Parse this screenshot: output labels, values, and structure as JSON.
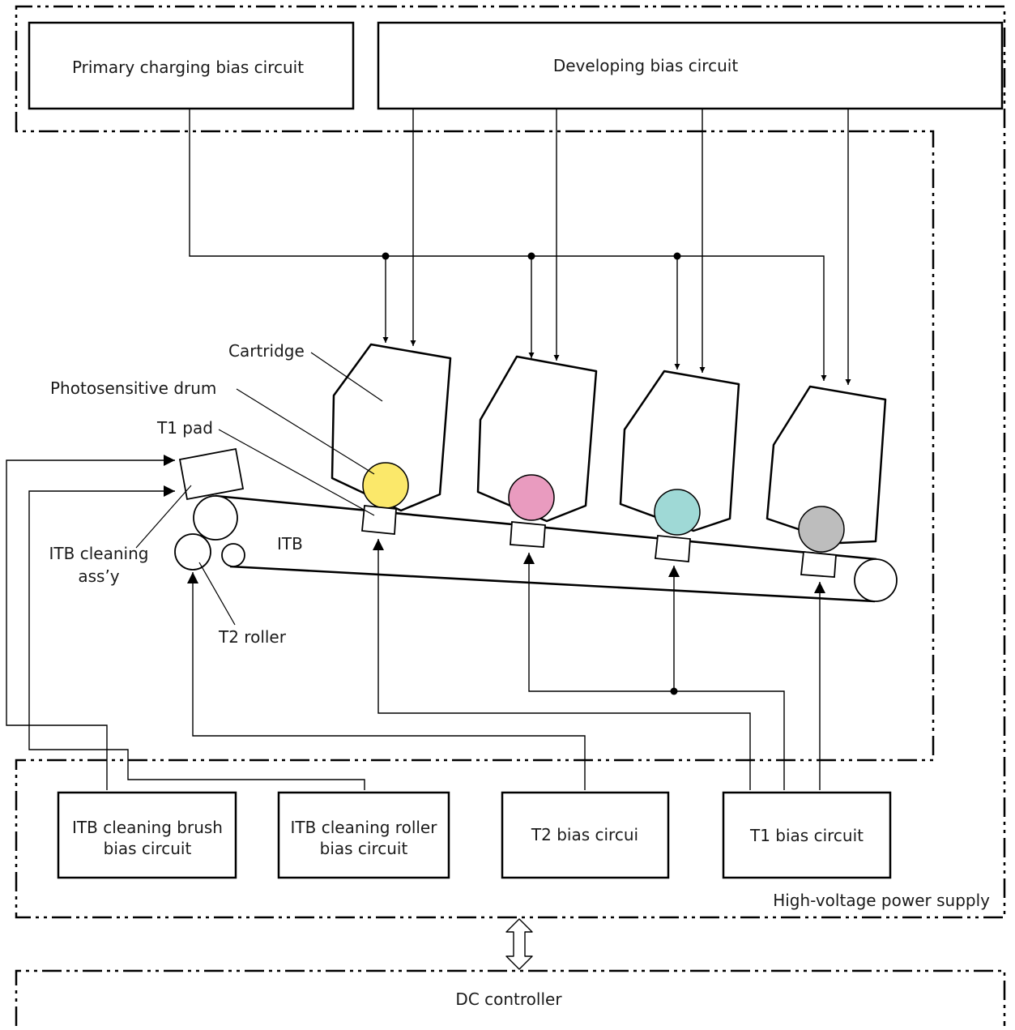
{
  "boxes": {
    "primary_charging": "Primary charging bias circuit",
    "developing": "Developing bias circuit",
    "itb_brush_line1": "ITB cleaning brush",
    "itb_brush_line2": "bias circuit",
    "itb_roller_line1": "ITB cleaning roller",
    "itb_roller_line2": "bias circuit",
    "t2_bias": "T2 bias circui",
    "t1_bias": "T1 bias circuit",
    "dc_controller": "DC controller"
  },
  "labels": {
    "cartridge": "Cartridge",
    "photosensitive_drum": "Photosensitive drum",
    "t1_pad": "T1 pad",
    "itb": "ITB",
    "itb_cleaning_line1": "ITB cleaning",
    "itb_cleaning_line2": "ass’y",
    "t2_roller": "T2 roller",
    "high_voltage": "High-voltage power supply"
  },
  "drum_colors": {
    "yellow": "#fbe86a",
    "magenta": "#e99bbf",
    "cyan": "#9fd9d6",
    "black": "#bdbdbd"
  }
}
